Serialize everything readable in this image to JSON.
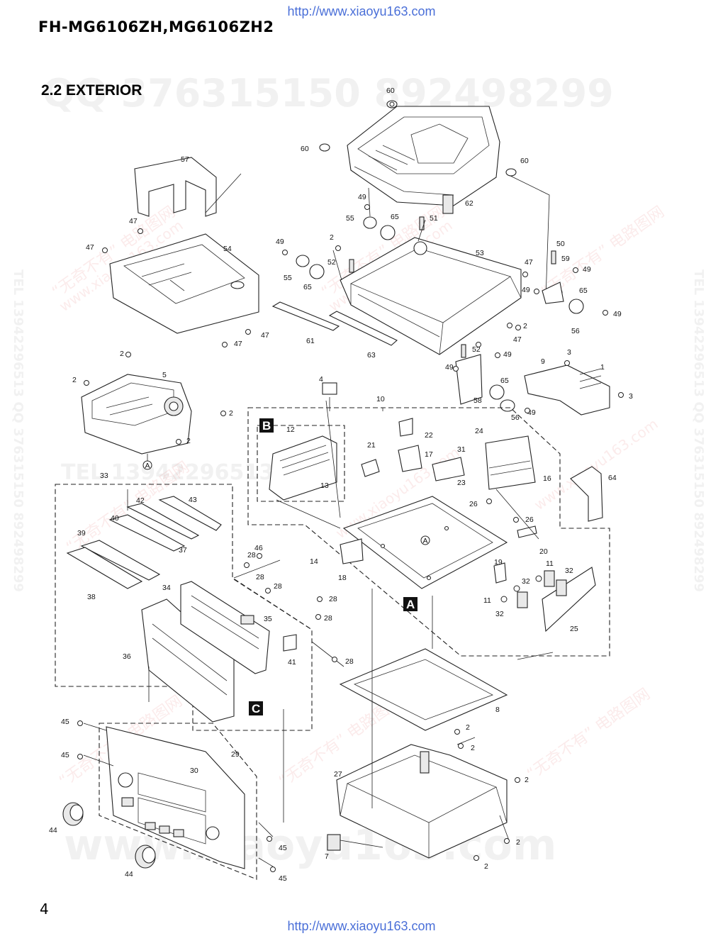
{
  "header": {
    "url": "http://www.xiaoyu163.com",
    "model": "FH-MG6106ZH,MG6106ZH2",
    "section": "2.2 EXTERIOR"
  },
  "footer": {
    "page_number": "4",
    "url": "http://www.xiaoyu163.com"
  },
  "watermark": {
    "qq_line": "QQ 376315150   892498299",
    "tel_line": "TEL 13942296513",
    "site_line": "www.xiaoyu163.com",
    "red_brand": "“无奇不有” 电路图网",
    "red_site": "www.xiaoyu163.com",
    "side_text": "TEL 13942296513   QQ 376315150   892498299"
  },
  "markers": [
    "A",
    "B",
    "C"
  ],
  "circled_refs": [
    "A",
    "A"
  ],
  "callouts": [
    "60",
    "60",
    "60",
    "62",
    "57",
    "47",
    "47",
    "54",
    "47",
    "47",
    "49",
    "55",
    "65",
    "51",
    "49",
    "55",
    "65",
    "2",
    "52",
    "53",
    "47",
    "50",
    "59",
    "49",
    "49",
    "65",
    "49",
    "56",
    "61",
    "63",
    "2",
    "47",
    "52",
    "49",
    "49",
    "65",
    "58",
    "56",
    "49",
    "3",
    "9",
    "1",
    "3",
    "2",
    "5",
    "2",
    "2",
    "2",
    "4",
    "10",
    "12",
    "13",
    "22",
    "21",
    "17",
    "31",
    "23",
    "24",
    "16",
    "64",
    "26",
    "26",
    "33",
    "43",
    "42",
    "40",
    "39",
    "37",
    "34",
    "38",
    "46",
    "28",
    "28",
    "14",
    "18",
    "20",
    "19",
    "11",
    "32",
    "11",
    "32",
    "32",
    "25",
    "28",
    "28",
    "35",
    "28",
    "36",
    "41",
    "28",
    "8",
    "45",
    "45",
    "29",
    "30",
    "44",
    "44",
    "45",
    "45",
    "2",
    "2",
    "27",
    "2",
    "2",
    "7",
    "2"
  ]
}
